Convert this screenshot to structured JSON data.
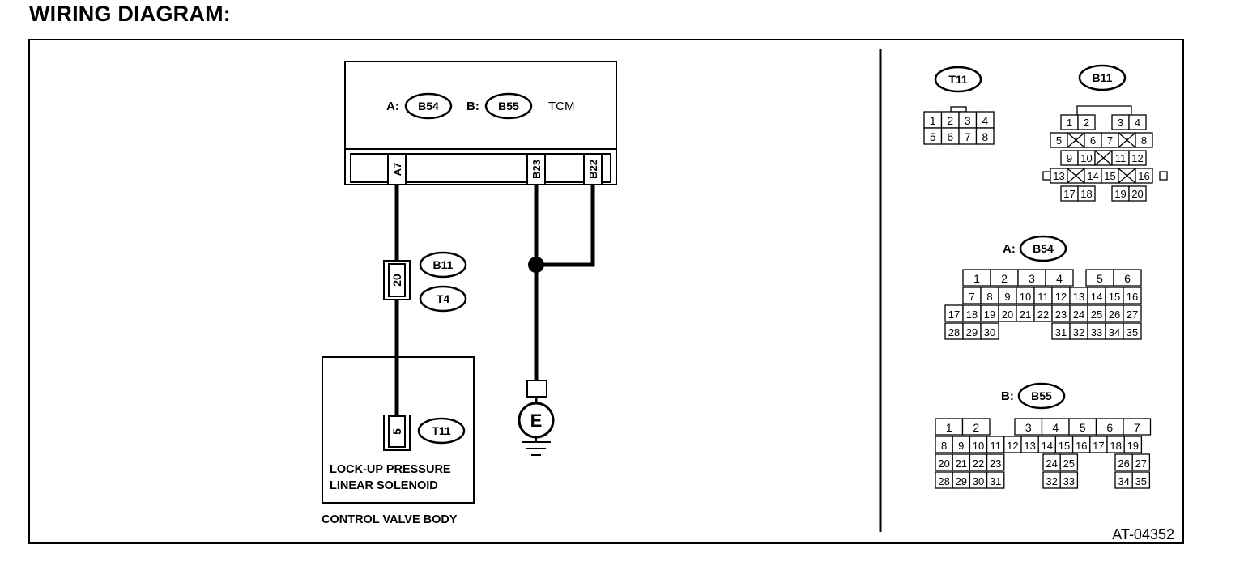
{
  "page_title": "WIRING DIAGRAM:",
  "figure_id": "AT-04352",
  "tcm": {
    "connector_a_prefix": "A:",
    "connector_a_id": "B54",
    "connector_b_prefix": "B:",
    "connector_b_id": "B55",
    "label": "TCM",
    "pins": [
      "A7",
      "B23",
      "B22"
    ]
  },
  "harness_connector": {
    "pin": "20",
    "ids": [
      "B11",
      "T4"
    ]
  },
  "solenoid": {
    "pin": "5",
    "connector_id": "T11",
    "label_line1": "LOCK-UP PRESSURE",
    "label_line2": "LINEAR SOLENOID"
  },
  "control_valve_label": "CONTROL VALVE BODY",
  "ground_label": "E",
  "connector_views": {
    "t11": {
      "id": "T11",
      "rows": [
        [
          "1",
          "2",
          "3",
          "4"
        ],
        [
          "5",
          "6",
          "7",
          "8"
        ]
      ]
    },
    "b11": {
      "id": "B11",
      "rows": [
        [
          "1",
          "2",
          "",
          "3",
          "4"
        ],
        [
          "5",
          "",
          "6",
          "7",
          "",
          "8"
        ],
        [
          "9",
          "10",
          "",
          "11",
          "12"
        ],
        [
          "13",
          "",
          "14",
          "15",
          "",
          "16"
        ],
        [
          "17",
          "18",
          "",
          "19",
          "20"
        ]
      ]
    },
    "b54": {
      "prefix": "A:",
      "id": "B54",
      "rows": [
        [
          "1",
          "2",
          "3",
          "4",
          "5",
          "6"
        ],
        [
          "7",
          "8",
          "9",
          "10",
          "11",
          "12",
          "13",
          "14",
          "15",
          "16"
        ],
        [
          "17",
          "18",
          "19",
          "20",
          "21",
          "22",
          "23",
          "24",
          "25",
          "26",
          "27"
        ],
        [
          "28",
          "29",
          "30",
          "31",
          "32",
          "33",
          "34",
          "35"
        ]
      ]
    },
    "b55": {
      "prefix": "B:",
      "id": "B55",
      "rows": [
        [
          "1",
          "2",
          "3",
          "4",
          "5",
          "6",
          "7"
        ],
        [
          "8",
          "9",
          "10",
          "11",
          "12",
          "13",
          "14",
          "15",
          "16",
          "17",
          "18",
          "19"
        ],
        [
          "20",
          "21",
          "22",
          "23",
          "24",
          "25",
          "26",
          "27"
        ],
        [
          "28",
          "29",
          "30",
          "31",
          "32",
          "33",
          "34",
          "35"
        ]
      ]
    }
  }
}
